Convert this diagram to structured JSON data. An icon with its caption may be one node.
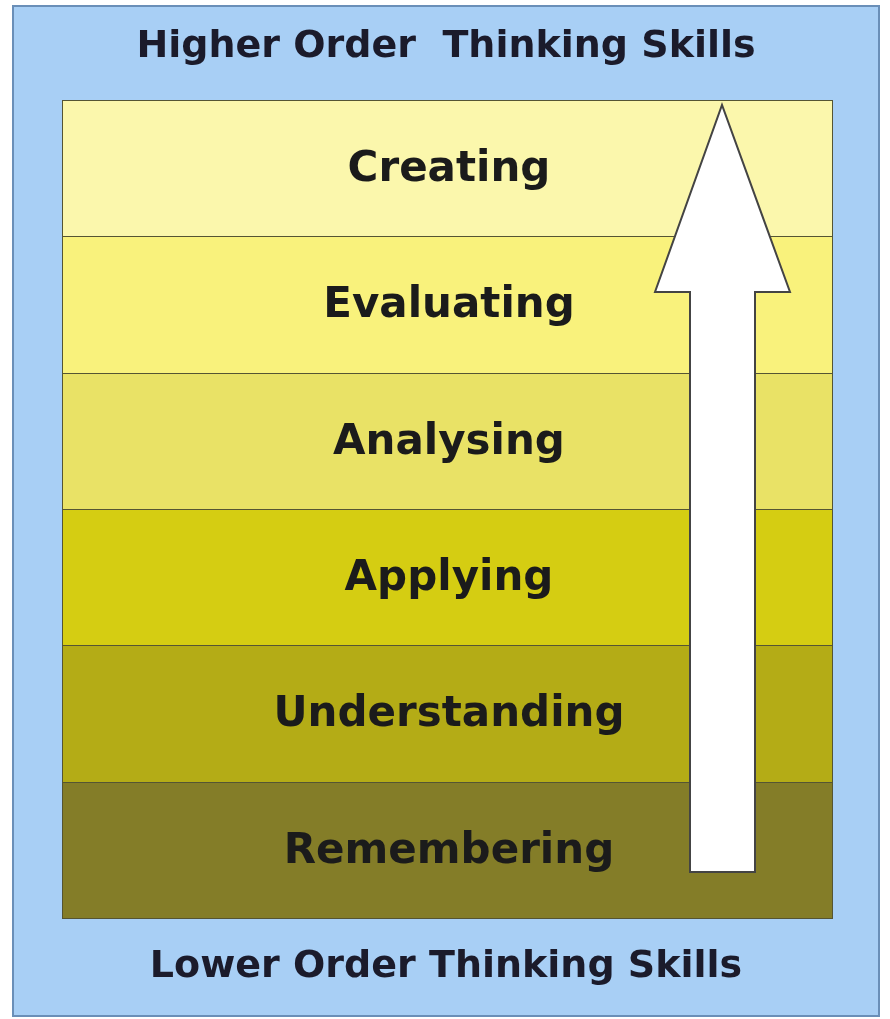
{
  "diagram": {
    "nodes": [
      {
        "text": [
          "Creating"
        ]
      },
      {
        "text": [
          "Evaluating"
        ]
      },
      {
        "text": [
          "Analysing"
        ]
      },
      {
        "text": [
          "Applying"
        ]
      },
      {
        "text": [
          "Understanding"
        ]
      },
      {
        "text": [
          "Remembering"
        ]
      }
    ],
    "edges": [
      {
        "from": 5,
        "to": 0,
        "arrow": "to"
      }
    ],
    "labels": [
      "Higher Order  Thinking Skills",
      "Lower Order Thinking Skills"
    ]
  }
}
